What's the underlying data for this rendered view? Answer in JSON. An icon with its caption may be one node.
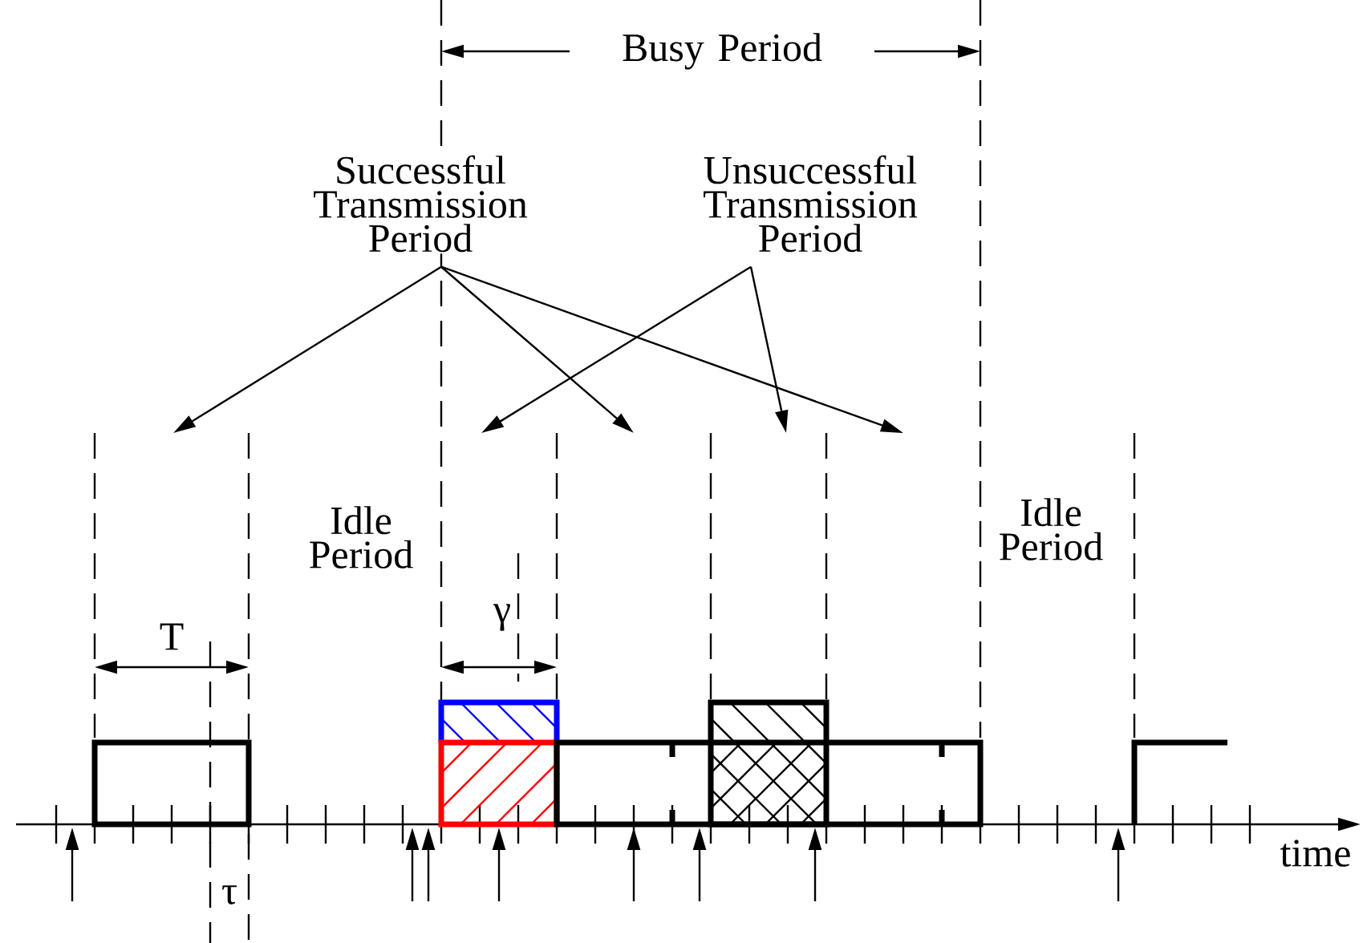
{
  "diagram": {
    "nodes": [
      {
        "text": [
          "Successful Transmission Period"
        ]
      },
      {
        "text": [
          "Unsuccessful Transmission Period"
        ]
      }
    ],
    "edges": [
      {
        "from": 0,
        "to": null,
        "arrow": "to"
      },
      {
        "from": 0,
        "to": null,
        "arrow": "to"
      },
      {
        "from": 0,
        "to": null,
        "arrow": "to"
      },
      {
        "from": 1,
        "to": null,
        "arrow": "to"
      },
      {
        "from": 1,
        "to": null,
        "arrow": "to"
      }
    ],
    "labels": [
      "Busy Period",
      "Idle Period",
      "Idle Period",
      "T",
      "γ",
      "τ",
      "time"
    ]
  }
}
